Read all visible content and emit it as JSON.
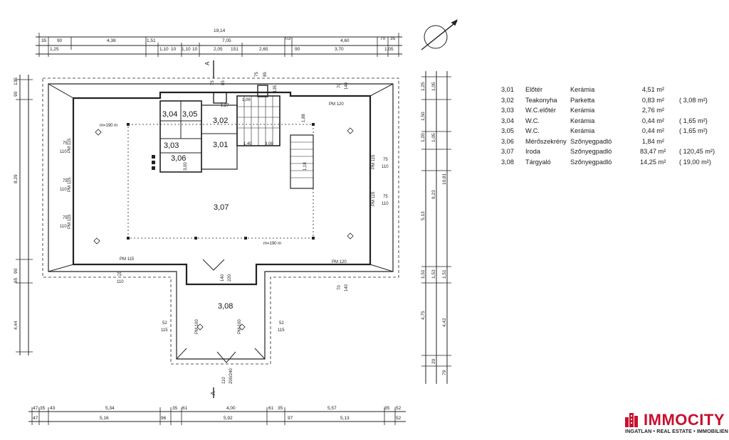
{
  "drawing": {
    "room_labels": {
      "r301": "3,01",
      "r302": "3,02",
      "r303": "3,03",
      "r304": "3,04",
      "r305": "3,05",
      "r306": "3,06",
      "r307": "3,07",
      "r308": "3,08"
    },
    "top_dims": {
      "overall": "19,14",
      "row1": [
        "35",
        "90",
        "4,38",
        "1,51",
        "7,05",
        "03",
        "4,60",
        "70",
        "35"
      ],
      "row2": [
        "1,25",
        "1,10",
        "10",
        "1,10",
        "10",
        "2,05",
        "151",
        "2,65",
        "90",
        "3,70",
        "1,05"
      ]
    },
    "bottom_dims": {
      "row1": [
        "47",
        "35",
        "43",
        "5,34",
        "35",
        "61",
        "4,00",
        "61",
        "35",
        "5,57",
        "35",
        "52"
      ],
      "row2": [
        "47",
        "5,16",
        "96",
        "5,92",
        "97",
        "5,13",
        "52"
      ]
    },
    "left_dims": [
      "90",
      "135",
      "8,29",
      "90",
      "65",
      "4,44"
    ],
    "right_dims_outer": [
      "1,25",
      "1,05",
      "10,81",
      "4,42",
      "20",
      "79"
    ],
    "right_dims_inner": [
      "1,50",
      "1,20",
      "1,05",
      "9,23",
      "5,13",
      "1,51",
      "1,53",
      "1,51",
      "4,75"
    ],
    "window_notes": [
      "75",
      "110",
      "PM 115",
      "75",
      "110",
      "PM 115",
      "75",
      "110",
      "PM 115",
      "PM 120",
      "PM 120",
      "75",
      "110",
      "PM 115",
      "75",
      "110",
      "PM 115",
      "75",
      "110",
      "PM 115",
      "PM 100",
      "PM 100",
      "52",
      "115",
      "52",
      "115",
      "70",
      "140",
      "70",
      "140",
      "140",
      "220",
      "200/240",
      "110",
      "75",
      "85",
      "75",
      "85",
      "1,06",
      "1,27",
      "1,88",
      "135"
    ],
    "inner_notes": [
      "m=190 m",
      "m=190 m",
      "1,18",
      "3,08",
      "1,40",
      "3,00"
    ],
    "section_marker": "A"
  },
  "room_table": {
    "rows": [
      {
        "no": "3,01",
        "name": "Előtér",
        "material": "Kerámia",
        "area": "4,51 m²",
        "total": ""
      },
      {
        "no": "3,02",
        "name": "Teakonyha",
        "material": "Parketta",
        "area": "0,83 m²",
        "total": "( 3,08 m²)"
      },
      {
        "no": "3,03",
        "name": "W.C.előtér",
        "material": "Kerámia",
        "area": "2,76 m²",
        "total": ""
      },
      {
        "no": "3,04",
        "name": "W.C.",
        "material": "Kerámia",
        "area": "0,44 m²",
        "total": "( 1,65 m²)"
      },
      {
        "no": "3,05",
        "name": "W.C.",
        "material": "Kerámia",
        "area": "0,44 m²",
        "total": "( 1,65 m²)"
      },
      {
        "no": "3,06",
        "name": "Mérőszekrény",
        "material": "Szőnyegpadló",
        "area": "1,84 m²",
        "total": ""
      },
      {
        "no": "3,07",
        "name": "Iroda",
        "material": "Szőnyegpadló",
        "area": "83,47 m²",
        "total": "( 120,45 m²)"
      },
      {
        "no": "3,08",
        "name": "Tárgyaló",
        "material": "Szőnyegpadló",
        "area": "14,25 m²",
        "total": "( 19,00 m²)"
      }
    ]
  },
  "logo": {
    "name": "IMMOCITY",
    "tagline": "INGATLAN • REAL ESTATE • IMMOBILIEN",
    "brand_color": "#c8102e"
  }
}
